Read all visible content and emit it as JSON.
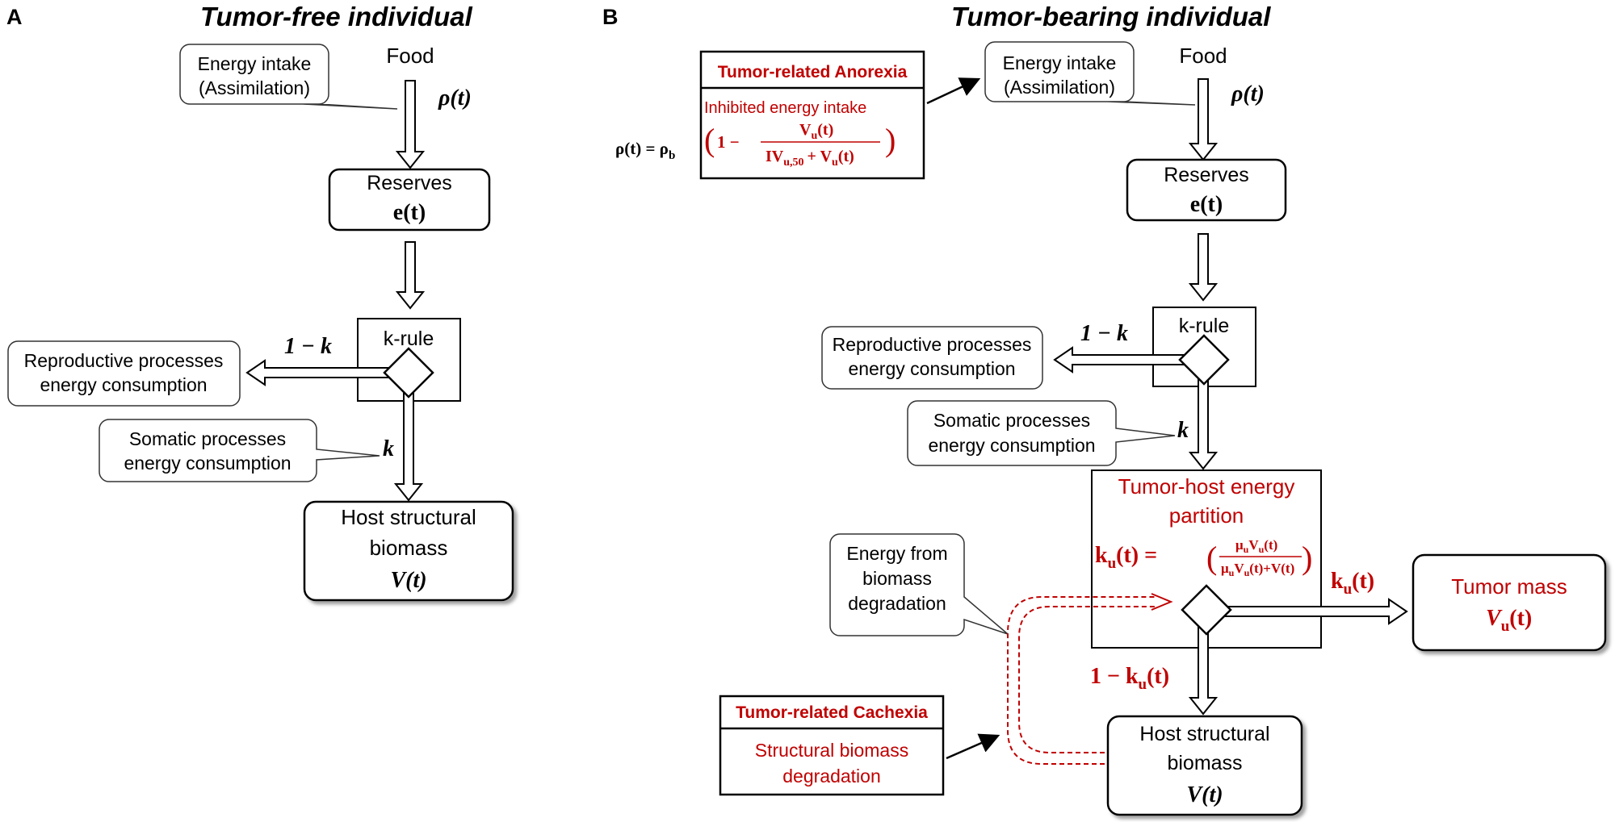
{
  "panel_a": {
    "letter": "A",
    "title": "Tumor-free individual",
    "food": "Food",
    "energy_intake_line1": "Energy intake",
    "energy_intake_line2": "(Assimilation)",
    "rho_label": "ρ(t)",
    "reserves": "Reserves",
    "reserves_var": "e(t)",
    "k_rule": "k-rule",
    "one_minus_k": "1 − k",
    "k": "k",
    "reproductive_line1": "Reproductive processes",
    "reproductive_line2": "energy consumption",
    "somatic_line1": "Somatic processes",
    "somatic_line2": "energy consumption",
    "host_line1": "Host structural",
    "host_line2": "biomass",
    "host_var": "V(t)"
  },
  "panel_b": {
    "letter": "B",
    "title": "Tumor-bearing individual",
    "anorexia_title": "Tumor-related Anorexia",
    "anorexia_sub": "Inhibited energy intake",
    "rho_eq_left": "ρ(t) = ρ",
    "rho_eq_sub": "b",
    "frac_num": "V",
    "frac_num_sub": "u",
    "frac_num_t": "(t)",
    "frac_den": "IV",
    "frac_den_sub": "u,50",
    "frac_den_rest": "+ V",
    "frac_one": "1 −",
    "food": "Food",
    "energy_intake_line1": "Energy intake",
    "energy_intake_line2": "(Assimilation)",
    "rho_label": "ρ(t)",
    "reserves": "Reserves",
    "reserves_var": "e(t)",
    "k_rule": "k-rule",
    "one_minus_k": "1 − k",
    "k": "k",
    "reproductive_line1": "Reproductive processes",
    "reproductive_line2": "energy consumption",
    "somatic_line1": "Somatic processes",
    "somatic_line2": "energy consumption",
    "partition_line1": "Tumor-host energy",
    "partition_line2": "partition",
    "ku_eq": "k",
    "ku_eq_sub": "u",
    "ku_eq_t": "(t) =",
    "ku_frac_num": "μ",
    "ku_frac_den_tail": "(t)+V(t)",
    "energy_from_line1": "Energy from",
    "energy_from_line2": "biomass",
    "energy_from_line3": "degradation",
    "ku_arrow": "k",
    "ku_arrow_sub": "u",
    "ku_arrow_t": "(t)",
    "one_minus_ku": "1 − k",
    "one_minus_ku_sub": "u",
    "one_minus_ku_t": "(t)",
    "tumor_mass": "Tumor mass",
    "tumor_var": "V",
    "tumor_var_sub": "u",
    "tumor_var_t": "(t)",
    "cachexia_title": "Tumor-related Cachexia",
    "cachexia_line1": "Structural biomass",
    "cachexia_line2": "degradation",
    "host_line1": "Host structural",
    "host_line2": "biomass",
    "host_var": "V(t)"
  },
  "colors": {
    "accent_red": "#c00000",
    "stroke": "#000000"
  }
}
